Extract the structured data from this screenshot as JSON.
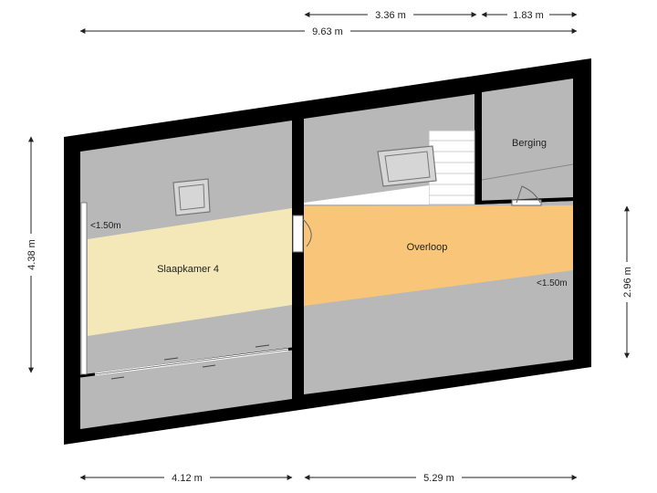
{
  "dimensions": {
    "top_a": "3.36 m",
    "top_b": "1.83 m",
    "top_total": "9.63 m",
    "left_height": "4.38 m",
    "right_height": "2.96 m",
    "bottom_left": "4.12 m",
    "bottom_right": "5.29 m"
  },
  "rooms": {
    "slaapkamer": "Slaapkamer 4",
    "overloop": "Overloop",
    "berging": "Berging"
  },
  "notes": {
    "left_ceiling": "<1.50m",
    "right_ceiling": "<1.50m"
  },
  "colors": {
    "wall": "#000000",
    "floor_low": "#b8b8b8",
    "slaapkamer": "#f5e8b8",
    "overloop": "#f9c679",
    "stairs": "#ffffff"
  }
}
